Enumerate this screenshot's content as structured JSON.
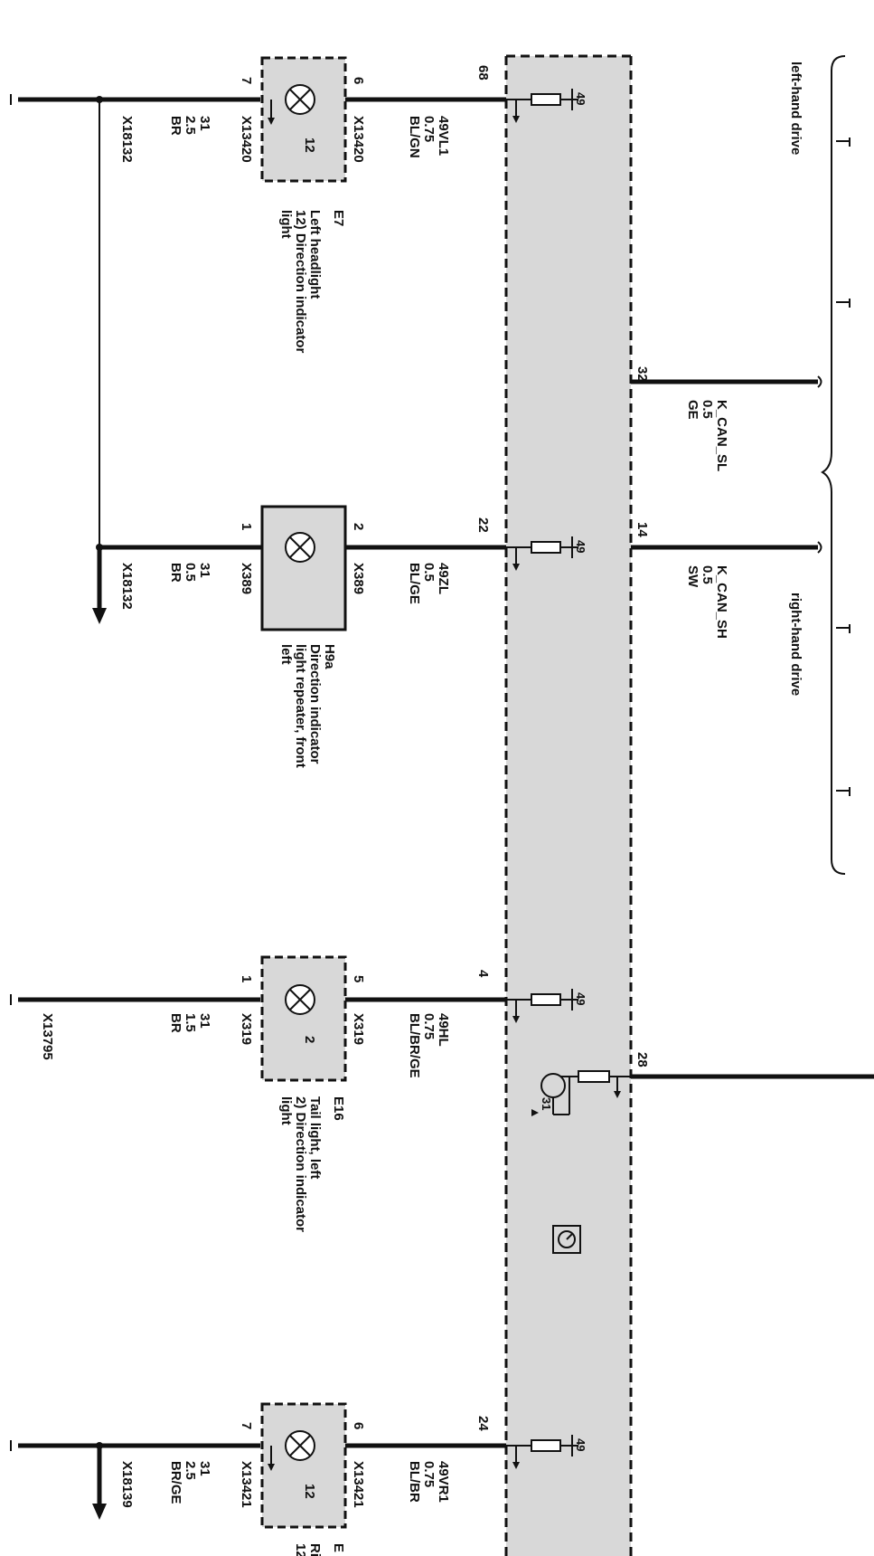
{
  "rails": {
    "lhd": "left-hand drive",
    "rhd": "right-hand drive"
  },
  "bus": [
    {
      "pin": "32",
      "name": "K_CAN_SL",
      "size": "0.5",
      "color": "GE"
    },
    {
      "pin": "14",
      "name": "K_CAN_SH",
      "size": "0.5",
      "color": "SW"
    },
    {
      "pin": "28"
    }
  ],
  "module_pins": {
    "p68": "68",
    "p22": "22",
    "p4": "4",
    "p24": "24",
    "v49": "49",
    "v31": "31"
  },
  "e7": {
    "code": "E7",
    "desc1": "Left headlight",
    "desc2": "12) Direction indicator",
    "desc3": "light",
    "num": "12",
    "in_pin": "6",
    "in_conn": "X13420",
    "in_sig": "49VL1",
    "in_size": "0.75",
    "in_color": "BL/GN",
    "out_pin": "7",
    "out_conn": "X13420",
    "gnd": "31",
    "gnd_size": "2.5",
    "gnd_color": "BR",
    "ground_ref": "X18132"
  },
  "h9a": {
    "code": "H9a",
    "desc1": "Direction indicator",
    "desc2": "light repeater, front",
    "desc3": "left",
    "in_pin": "2",
    "in_conn": "X389",
    "in_sig": "49ZL",
    "in_size": "0.5",
    "in_color": "BL/GE",
    "out_pin": "1",
    "out_conn": "X389",
    "gnd": "31",
    "gnd_size": "0.5",
    "gnd_color": "BR",
    "ground_ref": "X18132"
  },
  "e16": {
    "code": "E16",
    "desc1": "Tail light, left",
    "desc2": "2) Direction indicator",
    "desc3": "light",
    "num": "2",
    "in_pin": "5",
    "in_conn": "X319",
    "in_sig": "49HL",
    "in_size": "0.75",
    "in_color": "BL/BR/GE",
    "out_pin": "1",
    "out_conn": "X319",
    "gnd": "31",
    "gnd_size": "1.5",
    "gnd_color": "BR",
    "ground_ref": "X13795"
  },
  "e_r": {
    "code": "E",
    "desc1": "Ri",
    "desc2": "12",
    "num": "12",
    "in_pin": "6",
    "in_conn": "X13421",
    "in_sig": "49VR1",
    "in_size": "0.75",
    "in_color": "BL/BR",
    "out_pin": "7",
    "out_conn": "X13421",
    "gnd": "31",
    "gnd_size": "2.5",
    "gnd_color": "BR/GE",
    "ground_ref": "X18139"
  }
}
